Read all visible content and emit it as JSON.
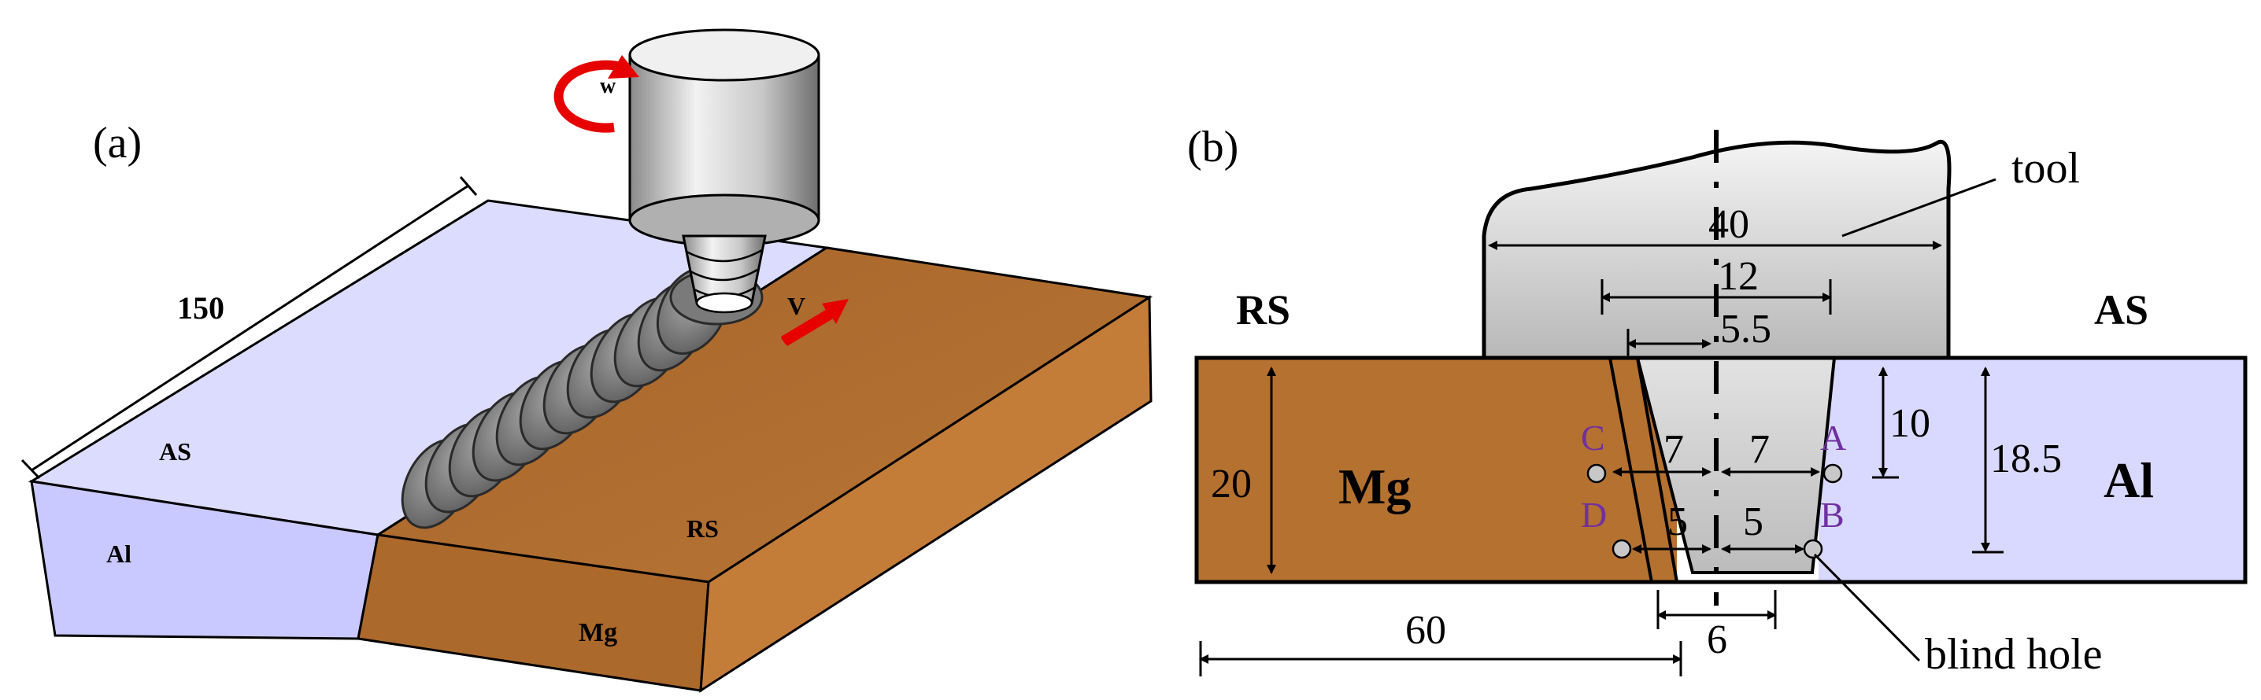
{
  "panel_a": {
    "label": "(a)",
    "length": "150",
    "w": "w",
    "v": "V",
    "as": "AS",
    "al": "Al",
    "rs": "RS",
    "mg": "Mg"
  },
  "panel_b": {
    "label": "(b)",
    "tool": "tool",
    "rs": "RS",
    "as": "AS",
    "mg": "Mg",
    "al": "Al",
    "dims": {
      "d40": "40",
      "d12": "12",
      "d5_5": "5.5",
      "d7_left": "7",
      "d7_right": "7",
      "d5_left": "5",
      "d5_right": "5",
      "d10": "10",
      "d18_5": "18.5",
      "d20": "20",
      "d60": "60",
      "d6": "6"
    },
    "points": {
      "a": "A",
      "b": "B",
      "c": "C",
      "d": "D"
    },
    "blind_hole": "blind hole"
  },
  "colors": {
    "al": "#d9d9ff",
    "mg": "#b5712f",
    "tool": "#d4d4d4",
    "arrow": "#e60000",
    "label_purple": "#7030a0"
  }
}
